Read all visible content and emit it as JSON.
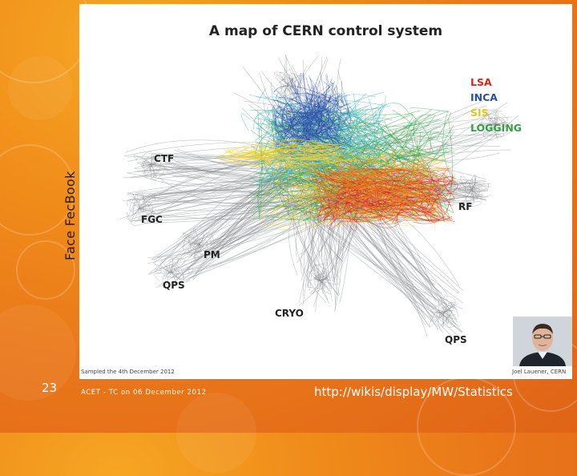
{
  "slide": {
    "vertical_title": "Face FecBook",
    "slide_number": "23",
    "footer_left": "ACET - TC on 06 December 2012",
    "footer_right": "http://wikis/display/MW/Statistics"
  },
  "figure": {
    "title": "A map of CERN control system",
    "legend": [
      {
        "label": "LSA",
        "color": "#d7261e"
      },
      {
        "label": "INCA",
        "color": "#2a4fa8"
      },
      {
        "label": "SIS",
        "color": "#e9d23a"
      },
      {
        "label": "LOGGING",
        "color": "#2ea043"
      }
    ],
    "nodes": [
      {
        "label": "CTF"
      },
      {
        "label": "FGC"
      },
      {
        "label": "PM"
      },
      {
        "label": "QPS"
      },
      {
        "label": "CRYO"
      },
      {
        "label": "QPS"
      },
      {
        "label": "RF"
      }
    ],
    "caption_left": "Sampled the 4th December 2012",
    "caption_right": "Joel Lauener, CERN",
    "photo_icon": "presenter-photo"
  }
}
